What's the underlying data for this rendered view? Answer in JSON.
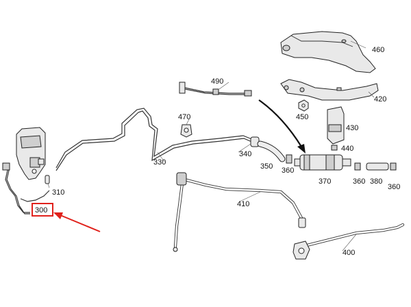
{
  "callouts": [
    {
      "id": "460",
      "text": "460"
    },
    {
      "id": "490",
      "text": "490"
    },
    {
      "id": "420",
      "text": "420"
    },
    {
      "id": "450",
      "text": "450"
    },
    {
      "id": "470",
      "text": "470"
    },
    {
      "id": "430",
      "text": "430"
    },
    {
      "id": "440",
      "text": "440"
    },
    {
      "id": "340",
      "text": "340"
    },
    {
      "id": "330",
      "text": "330"
    },
    {
      "id": "350",
      "text": "350"
    },
    {
      "id": "360a",
      "text": "360"
    },
    {
      "id": "370",
      "text": "370"
    },
    {
      "id": "360b",
      "text": "360"
    },
    {
      "id": "380",
      "text": "380"
    },
    {
      "id": "360c",
      "text": "360"
    },
    {
      "id": "310",
      "text": "310"
    },
    {
      "id": "300",
      "text": "300"
    },
    {
      "id": "410",
      "text": "410"
    },
    {
      "id": "400",
      "text": "400"
    }
  ],
  "highlight": {
    "text": "300",
    "color": "#e0211b"
  },
  "colors": {
    "line": "#222222",
    "highlight": "#e0211b"
  }
}
